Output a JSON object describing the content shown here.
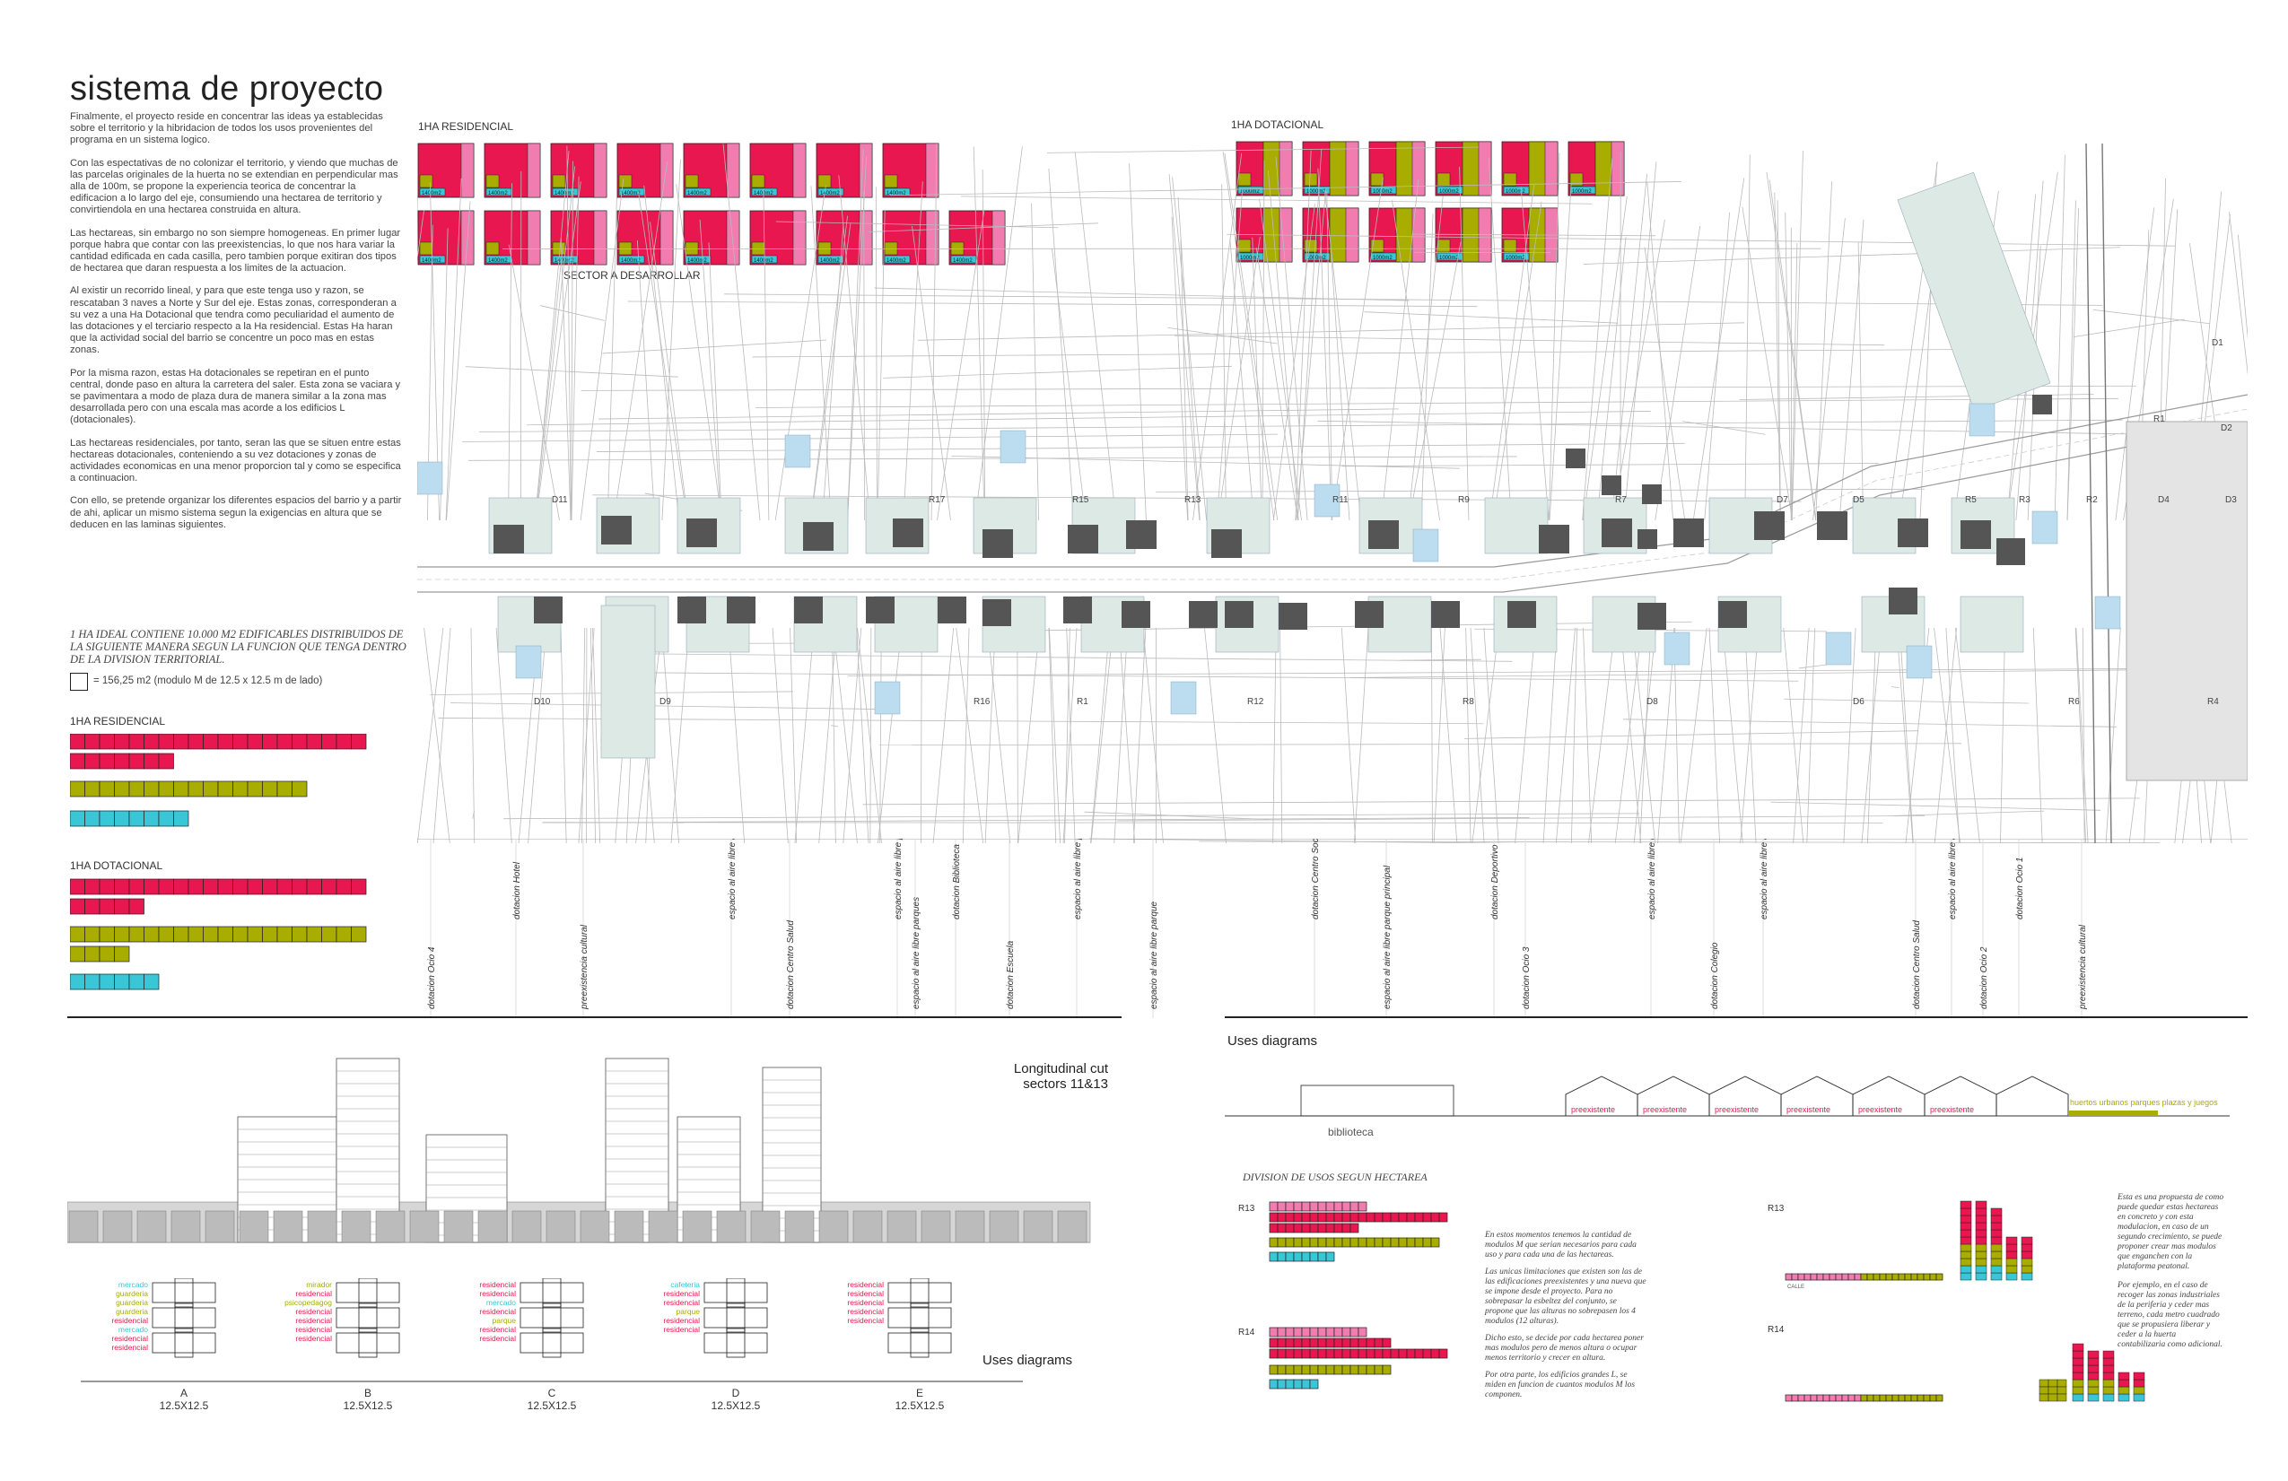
{
  "title": "sistema de proyecto",
  "intro": [
    "Finalmente, el proyecto reside en concentrar las ideas ya establecidas sobre el territorio y la hibridacion de todos los usos provenientes del programa en un sistema logico.",
    "Con las espectativas de no colonizar el territorio, y viendo que muchas de las parcelas originales de la huerta no se extendian en perpendicular mas alla de 100m, se propone la experiencia teorica de concentrar la edificacion a lo largo del eje, consumiendo una hectarea de territorio y convirtiendola en una hectarea construida en altura.",
    "Las hectareas, sin embargo no son siempre homogeneas. En primer lugar porque habra que contar con las preexistencias, lo que nos hara variar la cantidad edificada en cada casilla, pero tambien porque exitiran dos tipos de hectarea que daran respuesta a los limites de la actuacion.",
    "Al existir un recorrido lineal, y para que este tenga uso y razon, se rescataban 3 naves a Norte y Sur del eje. Estas zonas, corresponderan a su vez a una Ha Dotacional que tendra como peculiaridad el aumento de las dotaciones y el terciario respecto a la Ha residencial. Estas Ha haran que la actividad social del barrio se concentre un poco mas en estas zonas.",
    "Por la misma razon, estas Ha dotacionales se repetiran en el punto central, donde paso en altura la carretera del saler. Esta zona se vaciara y se pavimentara a modo de plaza dura de manera similar a la zona mas desarrollada pero con una escala mas acorde a los edificios L (dotacionales).",
    "Las hectareas residenciales, por tanto, seran las que se situen entre estas hectareas dotacionales, conteniendo a su vez dotaciones y zonas de actividades economicas en una menor proporcion tal y como se especifica a continuacion.",
    "Con ello, se pretende organizar los diferentes espacios del barrio y a partir de ahi, aplicar un mismo sistema segun la exigencias en altura que se deducen en las laminas siguientes."
  ],
  "ideal_note": "1 HA IDEAL CONTIENE 10.000 M2 EDIFICABLES DISTRIBUIDOS DE LA SIGUIENTE MANERA SEGUN LA FUNCION QUE TENGA DENTRO DE LA DIVISION TERRITORIAL.",
  "module_legend": "= 156,25 m2  (modulo M de 12.5 x 12.5 m de lado)",
  "residencial_label": "1HA RESIDENCIAL",
  "dotacional_label": "1HA DOTACIONAL",
  "top_residencial_label": "1HA RESIDENCIAL",
  "top_dotacional_label": "1HA DOTACIONAL",
  "sector_label": "SECTOR A DESARROLLAR",
  "tile_m2": [
    "1400m2",
    "1000m2"
  ],
  "map_labels": [
    "D1",
    "D2",
    "D3",
    "D4",
    "R1",
    "R2",
    "R3",
    "R5",
    "D5",
    "D7",
    "R7",
    "R9",
    "R11",
    "R13",
    "R15",
    "R17",
    "D11",
    "D10",
    "D9",
    "R16",
    "R1",
    "R12",
    "R8",
    "D8",
    "D6",
    "R6",
    "R4"
  ],
  "section_words": [
    "dotacion Ocio 4",
    "dotacion Hotel",
    "preexistencia cultural",
    "espacio al aire libre aparcamientos",
    "dotacion Centro Salud",
    "espacio al aire libre productivo",
    "espacio al aire libre parques",
    "dotacion Biblioteca",
    "dotacion Escuela",
    "espacio al aire libre parques, juegos",
    "espacio al aire libre parque",
    "dotacion Centro Social",
    "espacio al aire libre parque principal",
    "dotacion Deportivo",
    "dotacion Ocio 3",
    "espacio al aire libre deportes",
    "dotacion Colegio",
    "espacio al aire libre area de recreo",
    "dotacion Centro Salud",
    "espacio al aire libre aparcamientos",
    "dotacion Ocio 2",
    "dotacion Ocio 1",
    "preexistencia cultural"
  ],
  "long_cut_title_1": "Longitudinal cut",
  "long_cut_title_2": "sectors 11&13",
  "uses_diagrams_1": "Uses diagrams",
  "uses_diagrams_2": "Uses diagrams",
  "types": [
    {
      "letter": "A",
      "size": "12.5X12.5",
      "uses": [
        {
          "t": "mercado",
          "c": "#39c6d6"
        },
        {
          "t": "guarderia",
          "c": "#a8ad00"
        },
        {
          "t": "guarderia",
          "c": "#a8ad00"
        },
        {
          "t": "guarderia",
          "c": "#a8ad00"
        },
        {
          "t": "residencial",
          "c": "#e8174f"
        },
        {
          "t": "mercado",
          "c": "#39c6d6"
        },
        {
          "t": "residencial",
          "c": "#e8174f"
        },
        {
          "t": "residencial",
          "c": "#e8174f"
        }
      ]
    },
    {
      "letter": "B",
      "size": "12.5X12.5",
      "uses": [
        {
          "t": "mirador",
          "c": "#a8ad00"
        },
        {
          "t": "residencial",
          "c": "#e8174f"
        },
        {
          "t": "psicopedagog",
          "c": "#a8ad00"
        },
        {
          "t": "residencial",
          "c": "#e8174f"
        },
        {
          "t": "residencial",
          "c": "#e8174f"
        },
        {
          "t": "residencial",
          "c": "#e8174f"
        },
        {
          "t": "residencial",
          "c": "#e8174f"
        }
      ]
    },
    {
      "letter": "C",
      "size": "12.5X12.5",
      "uses": [
        {
          "t": "residencial",
          "c": "#e8174f"
        },
        {
          "t": "residencial",
          "c": "#e8174f"
        },
        {
          "t": "mercado",
          "c": "#39c6d6"
        },
        {
          "t": "residencial",
          "c": "#e8174f"
        },
        {
          "t": "parque",
          "c": "#a8ad00"
        },
        {
          "t": "residencial",
          "c": "#e8174f"
        },
        {
          "t": "residencial",
          "c": "#e8174f"
        }
      ]
    },
    {
      "letter": "D",
      "size": "12.5X12.5",
      "uses": [
        {
          "t": "cafeteria",
          "c": "#39c6d6"
        },
        {
          "t": "residencial",
          "c": "#e8174f"
        },
        {
          "t": "residencial",
          "c": "#e8174f"
        },
        {
          "t": "parque",
          "c": "#a8ad00"
        },
        {
          "t": "residencial",
          "c": "#e8174f"
        },
        {
          "t": "residencial",
          "c": "#e8174f"
        }
      ]
    },
    {
      "letter": "E",
      "size": "12.5X12.5",
      "uses": [
        {
          "t": "residencial",
          "c": "#e8174f"
        },
        {
          "t": "residencial",
          "c": "#e8174f"
        },
        {
          "t": "residencial",
          "c": "#e8174f"
        },
        {
          "t": "residencial",
          "c": "#e8174f"
        },
        {
          "t": "residencial",
          "c": "#e8174f"
        }
      ]
    }
  ],
  "biblioteca_label": "biblioteca",
  "preexistente_label": "preexistente",
  "huertos_label": "huertos urbanos parques plazas y juegos",
  "division_title": "DIVISION DE USOS SEGUN HECTAREA",
  "r13_label": "R13",
  "r14_label": "R14",
  "r13_label_b": "R13",
  "r14_label_b": "R14",
  "text_block_1": "En estos momentos tenemos la cantidad de modulos M que serian necesarios para cada uso y para cada una de las hectareas.",
  "text_block_2": "Las unicas limitaciones que existen son las de las edificaciones preexistentes y una nueva que se impone desde el proyecto. Para no sobrepasar la esbeltez del conjunto, se propone que las alturas no sobrepasen los 4 modulos (12 alturas).",
  "text_block_3": "Dicho esto, se decide por cada hectarea poner mas modulos pero de menos altura o ocupar menos territorio y crecer en altura.",
  "text_block_4": "Por otra parte, los edificios grandes L, se miden en funcion de cuantos modulos M los componen.",
  "side_text_1": "Esta es una propuesta de como puede quedar estas hectareas en concreto y con esta modulacion, en caso de un segundo crecimiento, se puede proponer crear mas modulos que enganchen con la plataforma peatonal.",
  "side_text_2": "Por ejemplo, en el caso de recoger las zonas industriales de la periferia y ceder mas terreno, cada metro cuadrado que se propusiera liberar y ceder a la huerta contabilizaria como adicional.",
  "calle_label": "CALLE",
  "colors": {
    "residencial": "#e8174f",
    "dotacional": "#a8ad00",
    "terciario": "#39c6d6",
    "pink": "#f07cb0"
  }
}
